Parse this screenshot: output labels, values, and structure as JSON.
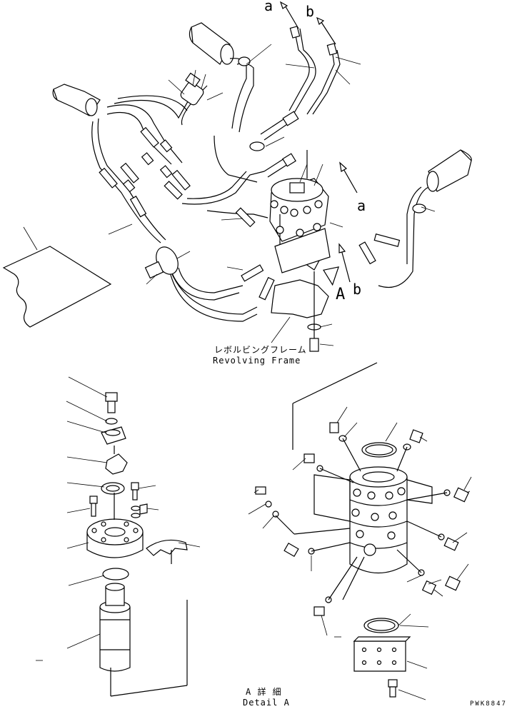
{
  "labels": {
    "arrow_a_top": "a",
    "arrow_b_top": "b",
    "arrow_a_mid": "a",
    "arrow_b_mid": "b",
    "detail_marker": "A",
    "frame_jp": "レボルビングフレーム",
    "frame_en": "Revolving Frame",
    "detail_jp": "A 詳 細",
    "detail_en": "Detail A",
    "drawing_code": "PWK8847"
  },
  "colors": {
    "line": "#000000",
    "background": "#ffffff"
  }
}
